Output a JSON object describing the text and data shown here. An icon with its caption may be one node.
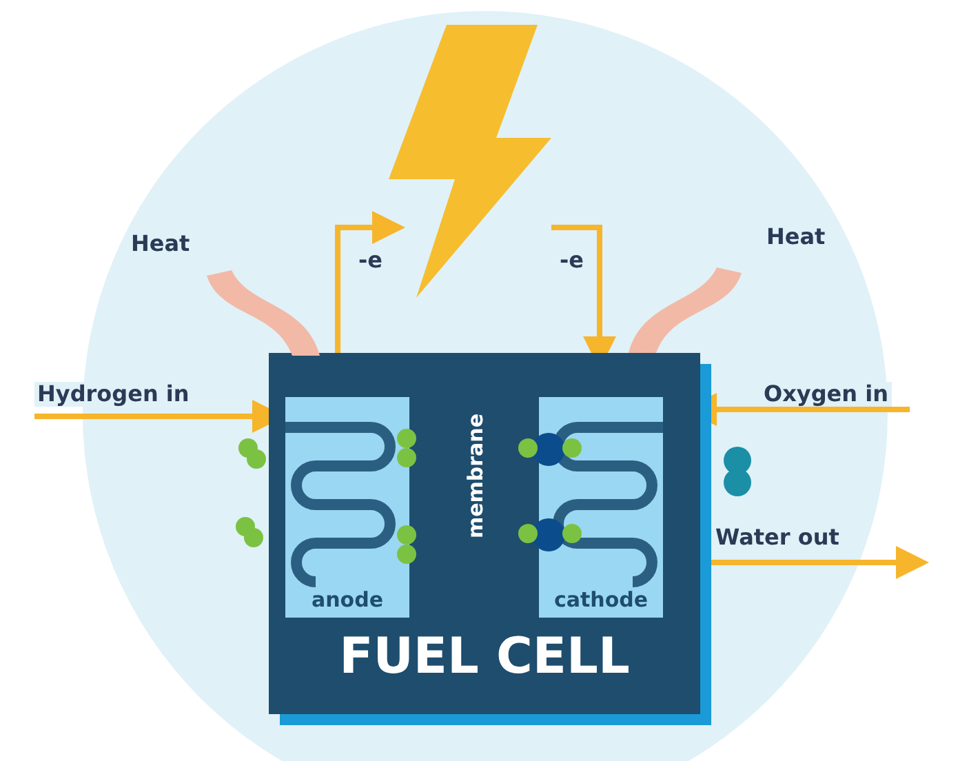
{
  "diagram": {
    "nodes": [
      {
        "text": [],
        "shape": "picture"
      },
      {
        "text": [
          "FUEL CELL"
        ]
      },
      {
        "text": [
          "anode"
        ],
        "in": 1
      },
      {
        "text": [
          "cathode"
        ],
        "in": 1
      },
      {
        "text": [],
        "shape": "picture",
        "beside": [
          "Heat"
        ]
      },
      {
        "text": [],
        "shape": "picture",
        "beside": [
          "Heat"
        ]
      }
    ],
    "edges": [
      {
        "from": 1,
        "to": 0,
        "arrow": "to",
        "label": "-e"
      },
      {
        "from": 0,
        "to": 1,
        "arrow": "to",
        "label": "-e"
      },
      {
        "from": null,
        "to": 1,
        "arrow": "to",
        "label": "Hydrogen in"
      },
      {
        "from": null,
        "to": 1,
        "arrow": "to",
        "label": "Oxygen in"
      },
      {
        "from": 1,
        "to": null,
        "arrow": "to",
        "label": "Water out"
      }
    ],
    "labels": [
      "membrane"
    ]
  }
}
